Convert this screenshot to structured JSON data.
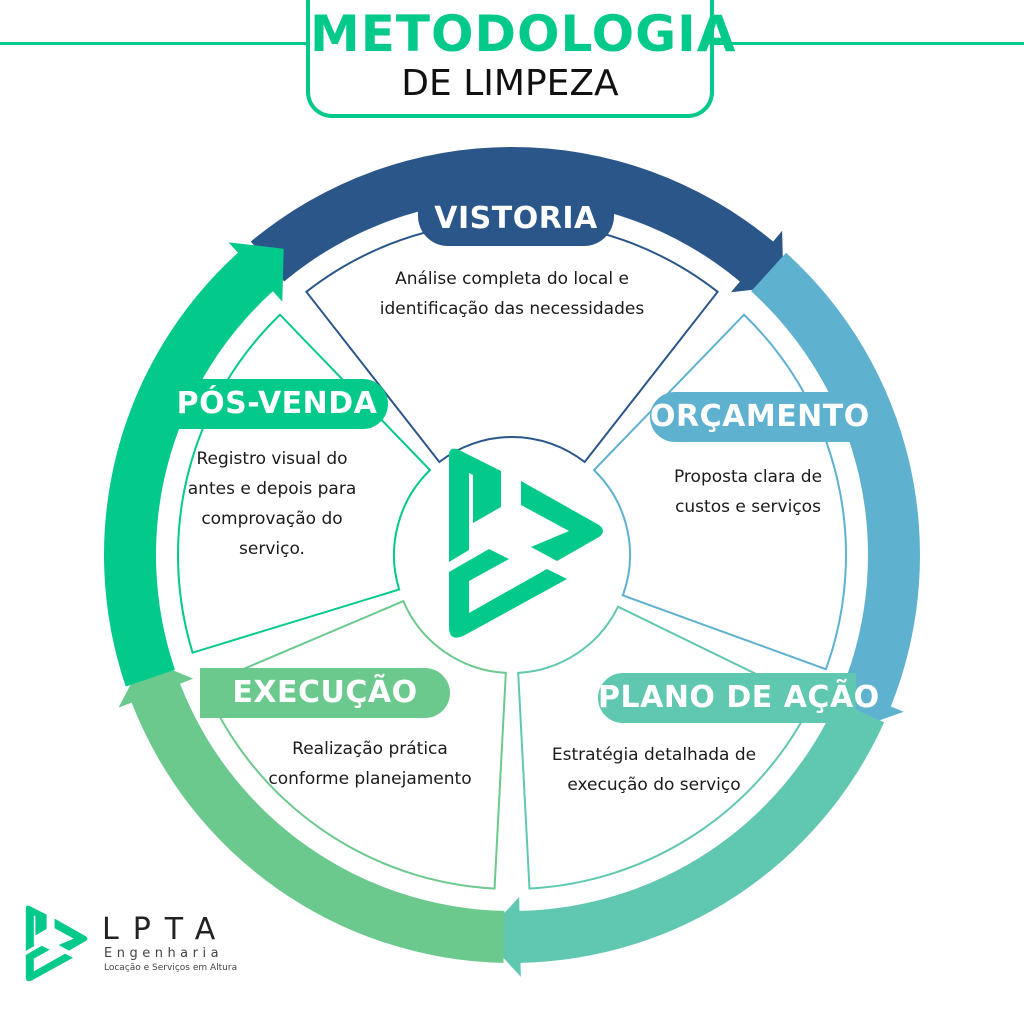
{
  "header": {
    "title": "METODOLOGIA",
    "subtitle": "DE LIMPEZA"
  },
  "colors": {
    "accent": "#03c98a",
    "vistoria": "#2a5689",
    "orcamento": "#5fb1d0",
    "plano": "#60c7b1",
    "execucao": "#6cc98e",
    "posvenda": "#03c98a",
    "text": "#1b1b1b"
  },
  "center_logo": {
    "icon": "lpta-triangle-logo-icon"
  },
  "steps": [
    {
      "id": "vistoria",
      "label": "VISTORIA",
      "description": "Análise completa do local e\nidentificação das necessidades",
      "color": "#2a5689"
    },
    {
      "id": "orcamento",
      "label": "ORÇAMENTO",
      "description": "Proposta clara de\ncustos e serviços",
      "color": "#5fb1d0"
    },
    {
      "id": "plano",
      "label": "PLANO DE AÇÃO",
      "description": "Estratégia detalhada de\nexecução do serviço",
      "color": "#60c7b1"
    },
    {
      "id": "execucao",
      "label": "EXECUÇÃO",
      "description": "Realização prática\nconforme planejamento",
      "color": "#6cc98e"
    },
    {
      "id": "posvenda",
      "label": "PÓS-VENDA",
      "description": "Registro visual do\nantes e depois para\ncomprovação do\nserviço.",
      "color": "#03c98a"
    }
  ],
  "brand": {
    "name": "LPTA",
    "sub": "Engenharia",
    "tagline": "Locação e Serviços em Altura",
    "icon": "lpta-logo-icon"
  }
}
